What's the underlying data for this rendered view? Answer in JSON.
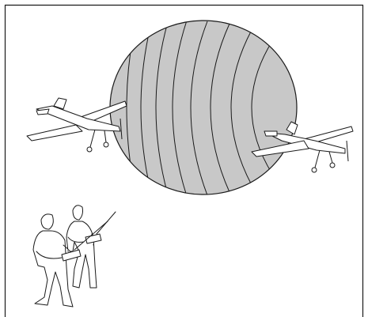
{
  "illustration": {
    "colors": {
      "background": "#ffffff",
      "line": "#1a1a1a",
      "sphere_fill": "#c8c8c8",
      "wing_fill": "#ffffff"
    },
    "icons": [
      "transmission-range-sphere",
      "rc-airplane-left",
      "rc-airplane-right",
      "pilot-front",
      "pilot-back"
    ]
  }
}
